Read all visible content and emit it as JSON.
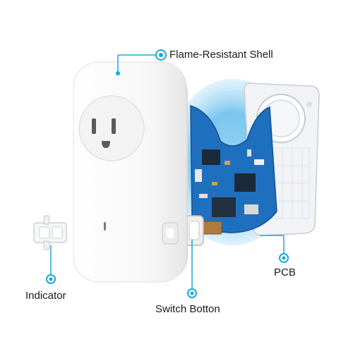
{
  "labels": {
    "shell": "Flame-Resistant Shell",
    "indicator": "Indicator",
    "switch": "Switch Botton",
    "pcb": "PCB"
  },
  "colors": {
    "accent": "#1aa9d6",
    "pcb": "#1f6fbf",
    "glow": "#6fc3ee",
    "shell": "#f4f4f4"
  }
}
